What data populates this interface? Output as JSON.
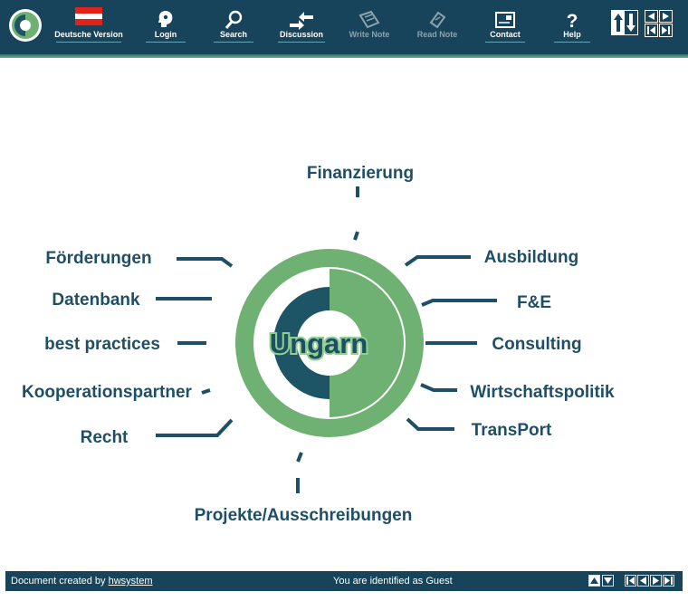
{
  "toolbar": {
    "items": [
      {
        "label": "Deutsche Version",
        "icon": "austria-flag-icon"
      },
      {
        "label": "Login",
        "icon": "login-icon"
      },
      {
        "label": "Search",
        "icon": "search-icon"
      },
      {
        "label": "Discussion",
        "icon": "discussion-arrows-icon"
      },
      {
        "label": "Write Note",
        "icon": "write-note-icon"
      },
      {
        "label": "Read Note",
        "icon": "read-note-icon"
      },
      {
        "label": "Contact",
        "icon": "contact-icon"
      },
      {
        "label": "Help",
        "icon": "help-icon"
      }
    ],
    "colors": {
      "bar": "#17445a",
      "accent": "#6eb07a",
      "flag_red": "#e32119"
    }
  },
  "hub": {
    "center": "Ungarn",
    "nodes": [
      "Finanzierung",
      "Förderungen",
      "Ausbildung",
      "Datenbank",
      "F&E",
      "best practices",
      "Consulting",
      "Kooperationspartner",
      "Wirtschaftspolitik",
      "Recht",
      "TransPort",
      "Projekte/Ausschreibungen"
    ],
    "colors": {
      "ring": "#6fb173",
      "core": "#1e5566",
      "text": "#1e4f66"
    }
  },
  "footer": {
    "created_prefix": "Document created by ",
    "author": "hwsystem",
    "status": "You are identified as Guest"
  }
}
